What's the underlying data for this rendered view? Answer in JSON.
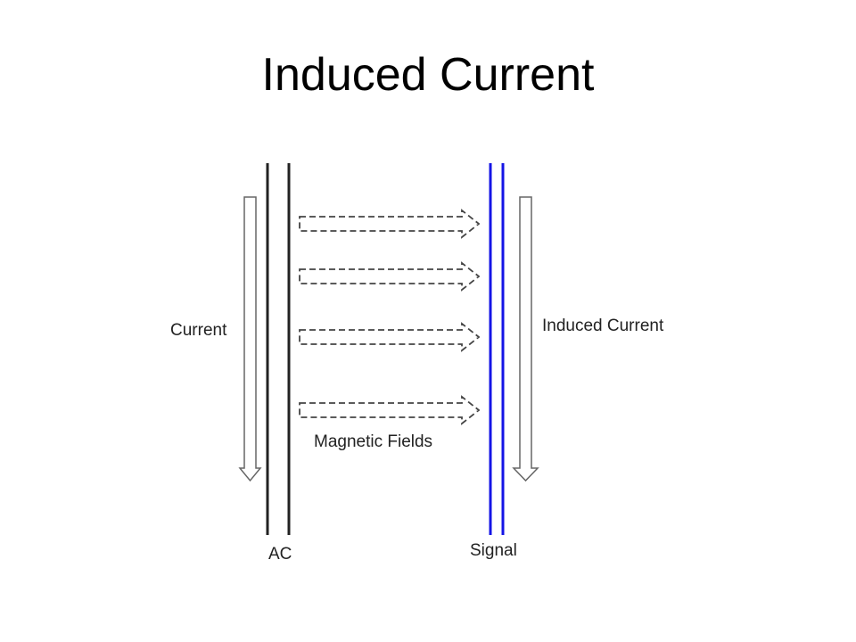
{
  "title": "Induced Current",
  "labels": {
    "current": "Current",
    "induced_current": "Induced Current",
    "magnetic_fields": "Magnetic Fields",
    "ac": "AC",
    "signal": "Signal"
  },
  "colors": {
    "ac_wire": "#222222",
    "signal_wire": "#1414e6",
    "arrow_stroke": "#444444"
  }
}
